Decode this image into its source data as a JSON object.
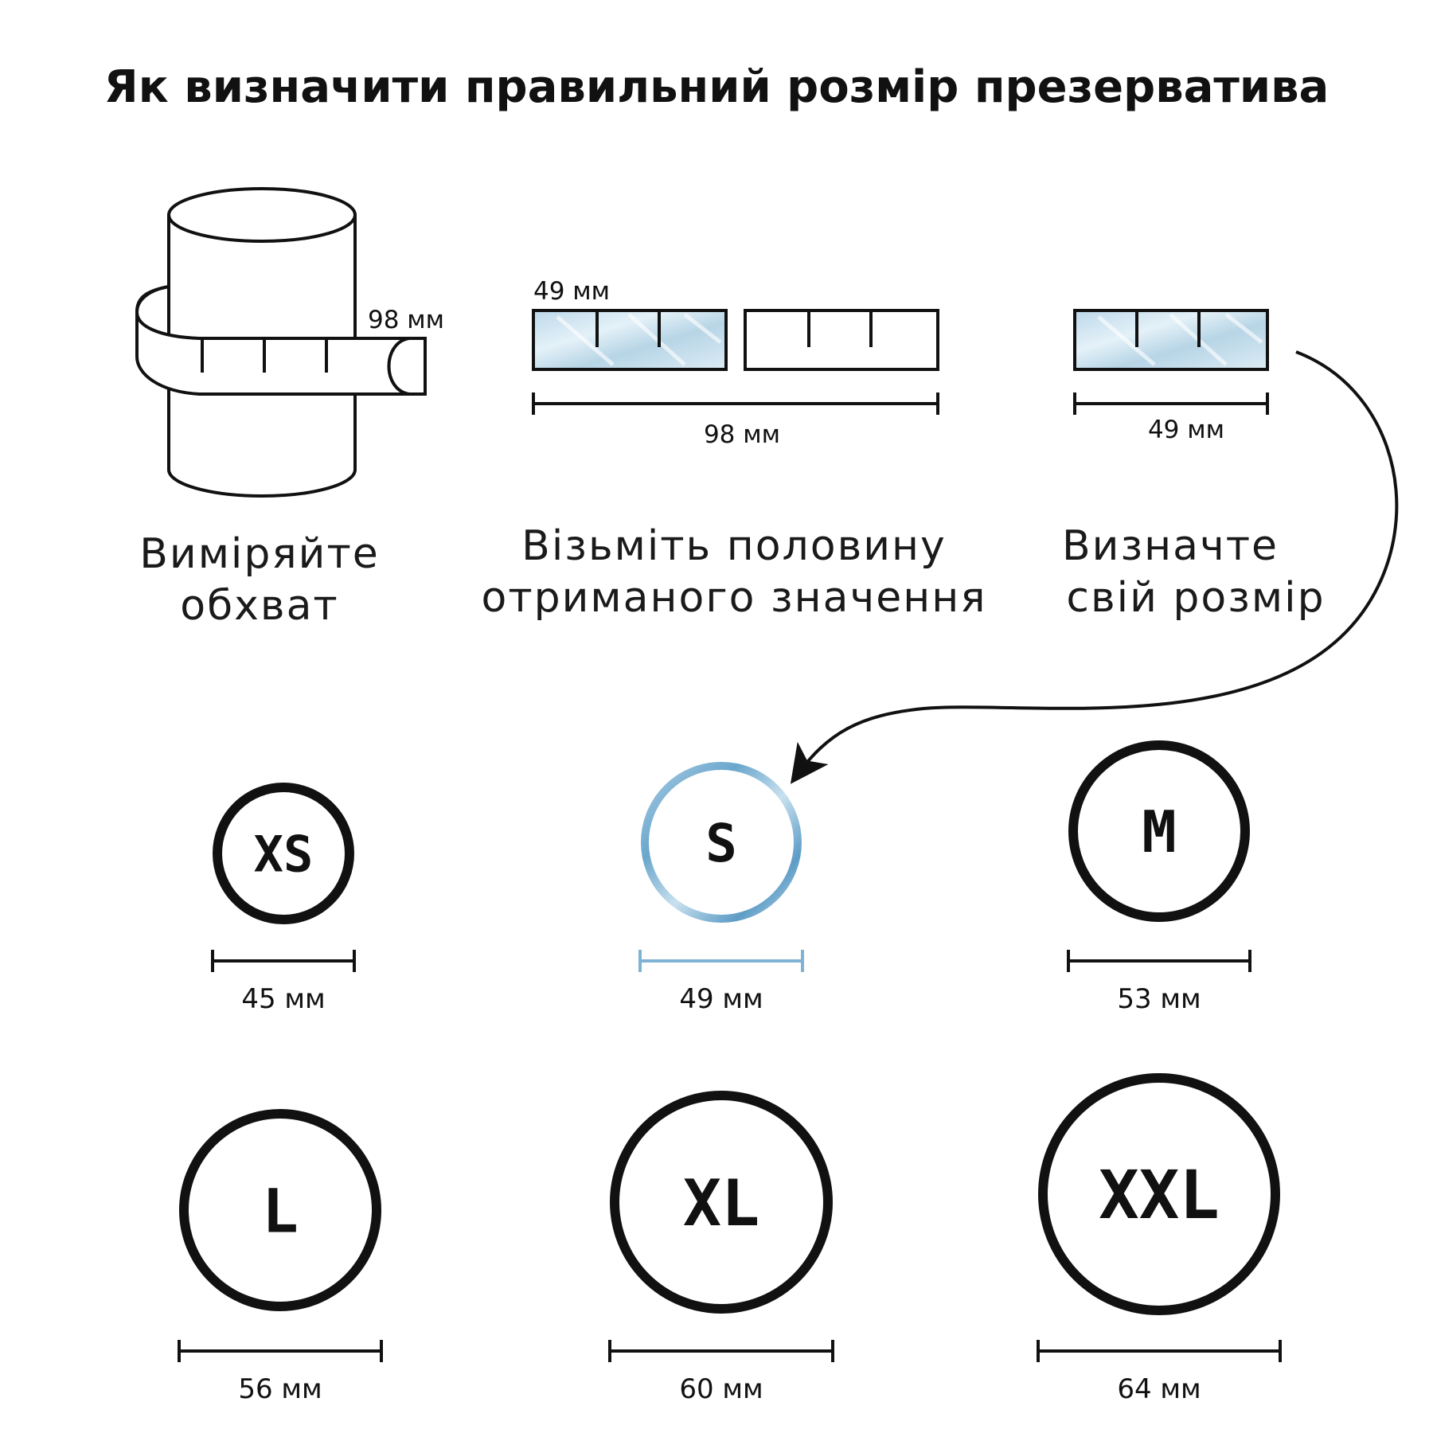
{
  "title": "Як визначити правильний розмір презерватива",
  "steps": [
    {
      "caption_line1": "Виміряйте",
      "caption_line2": "обхват",
      "measure_label": "98 мм"
    },
    {
      "caption_line1": "Візьміть половину",
      "caption_line2": "отриманого значення",
      "half_label": "49 мм",
      "total_label": "98 мм"
    },
    {
      "caption_line1": "Визначте",
      "caption_line2": "свій розмір",
      "measure_label": "49 мм"
    }
  ],
  "sizes": [
    {
      "label": "XS",
      "width": "45 мм",
      "highlighted": false
    },
    {
      "label": "S",
      "width": "49 мм",
      "highlighted": true
    },
    {
      "label": "M",
      "width": "53 мм",
      "highlighted": false
    },
    {
      "label": "L",
      "width": "56 мм",
      "highlighted": false
    },
    {
      "label": "XL",
      "width": "60 мм",
      "highlighted": false
    },
    {
      "label": "XXL",
      "width": "64 мм",
      "highlighted": false
    }
  ],
  "colors": {
    "ink": "#111111",
    "highlight": "#7fb3d5",
    "highlight_fill": "#cfe4f0",
    "muted_text": "#7d8ea3",
    "xs_letter": "#777777"
  }
}
